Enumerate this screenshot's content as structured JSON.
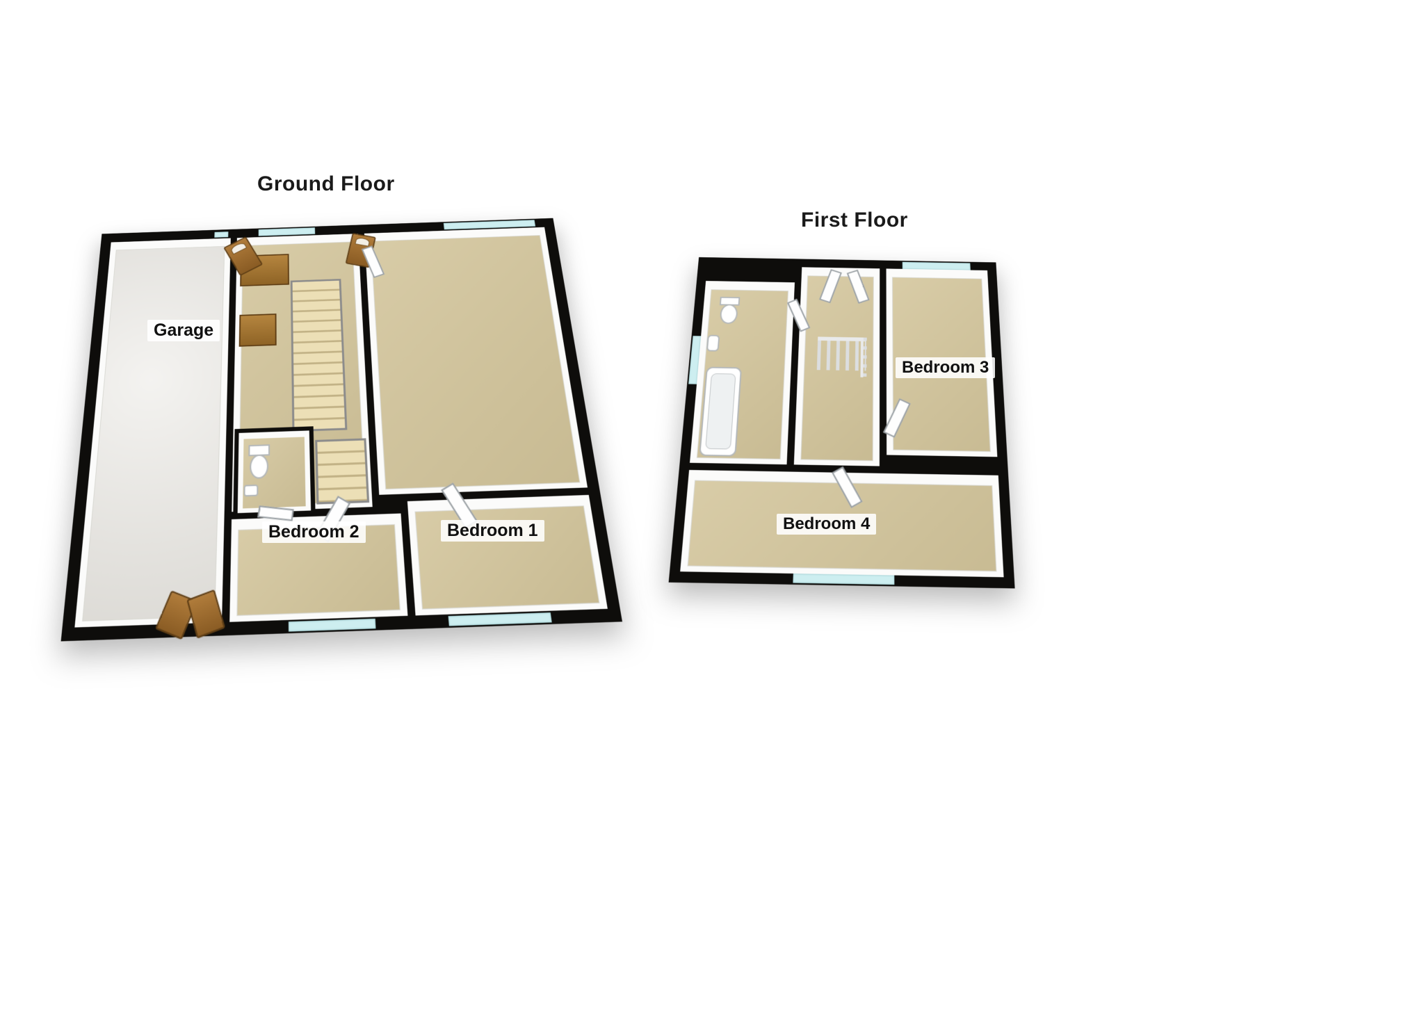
{
  "ground_floor": {
    "title": "Ground Floor",
    "labels": {
      "garage": "Garage",
      "bedroom2": "Bedroom 2",
      "bedroom1": "Bedroom 1"
    }
  },
  "first_floor": {
    "title": "First Floor",
    "labels": {
      "bedroom3": "Bedroom 3",
      "bedroom4": "Bedroom 4"
    }
  },
  "colors": {
    "background": "#ffffff",
    "wall": "#0e0d0b",
    "floor": "#d3c59b",
    "garage_floor": "#e9e7e2",
    "window": "#cdeef0",
    "door_wood": "#9c6b2f",
    "label_text": "#111111",
    "label_bg": "#ffffff"
  }
}
